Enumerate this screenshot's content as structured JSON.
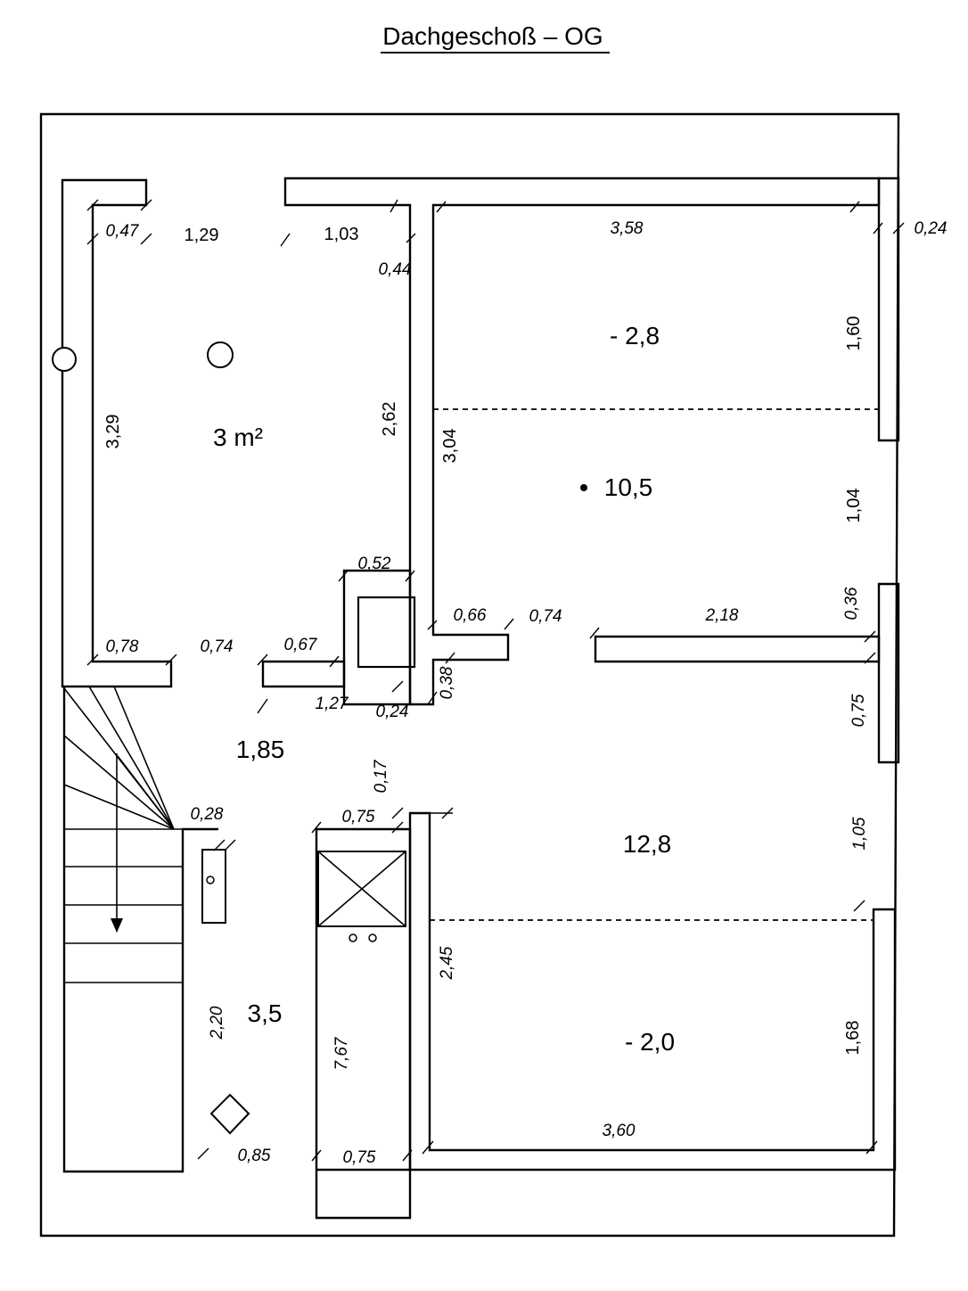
{
  "title": "Dachgeschoß – OG",
  "areas": {
    "room_left": "3 m²",
    "room_top_right_low": "- 2,8",
    "room_top_right_main": "10,5",
    "corridor": "1,85",
    "room_bottom_right_main": "12,8",
    "room_bottom_right_low": "- 2,0",
    "stair_area": "3,5"
  },
  "dimensions": {
    "d_047": "0,47",
    "d_129": "1,29",
    "d_103": "1,03",
    "d_358": "3,58",
    "d_024_top": "0,24",
    "d_044": "0,44",
    "d_160": "1,60",
    "d_329": "3,29",
    "d_262": "2,62",
    "d_304": "3,04",
    "d_104": "1,04",
    "d_052": "0,52",
    "d_066": "0,66",
    "d_074_mid": "0,74",
    "d_218": "2,18",
    "d_036": "0,36",
    "d_078": "0,78",
    "d_074_left": "0,74",
    "d_067": "0,67",
    "d_038": "0,38",
    "d_127": "1,27",
    "d_024_mid": "0,24",
    "d_075_right": "0,75",
    "d_017": "0,17",
    "d_028": "0,28",
    "d_075_top": "0,75",
    "d_105": "1,05",
    "d_245": "2,45",
    "d_220": "2,20",
    "d_767": "7,67",
    "d_168": "1,68",
    "d_360": "3,60",
    "d_085": "0,85",
    "d_075_bottom": "0,75"
  }
}
